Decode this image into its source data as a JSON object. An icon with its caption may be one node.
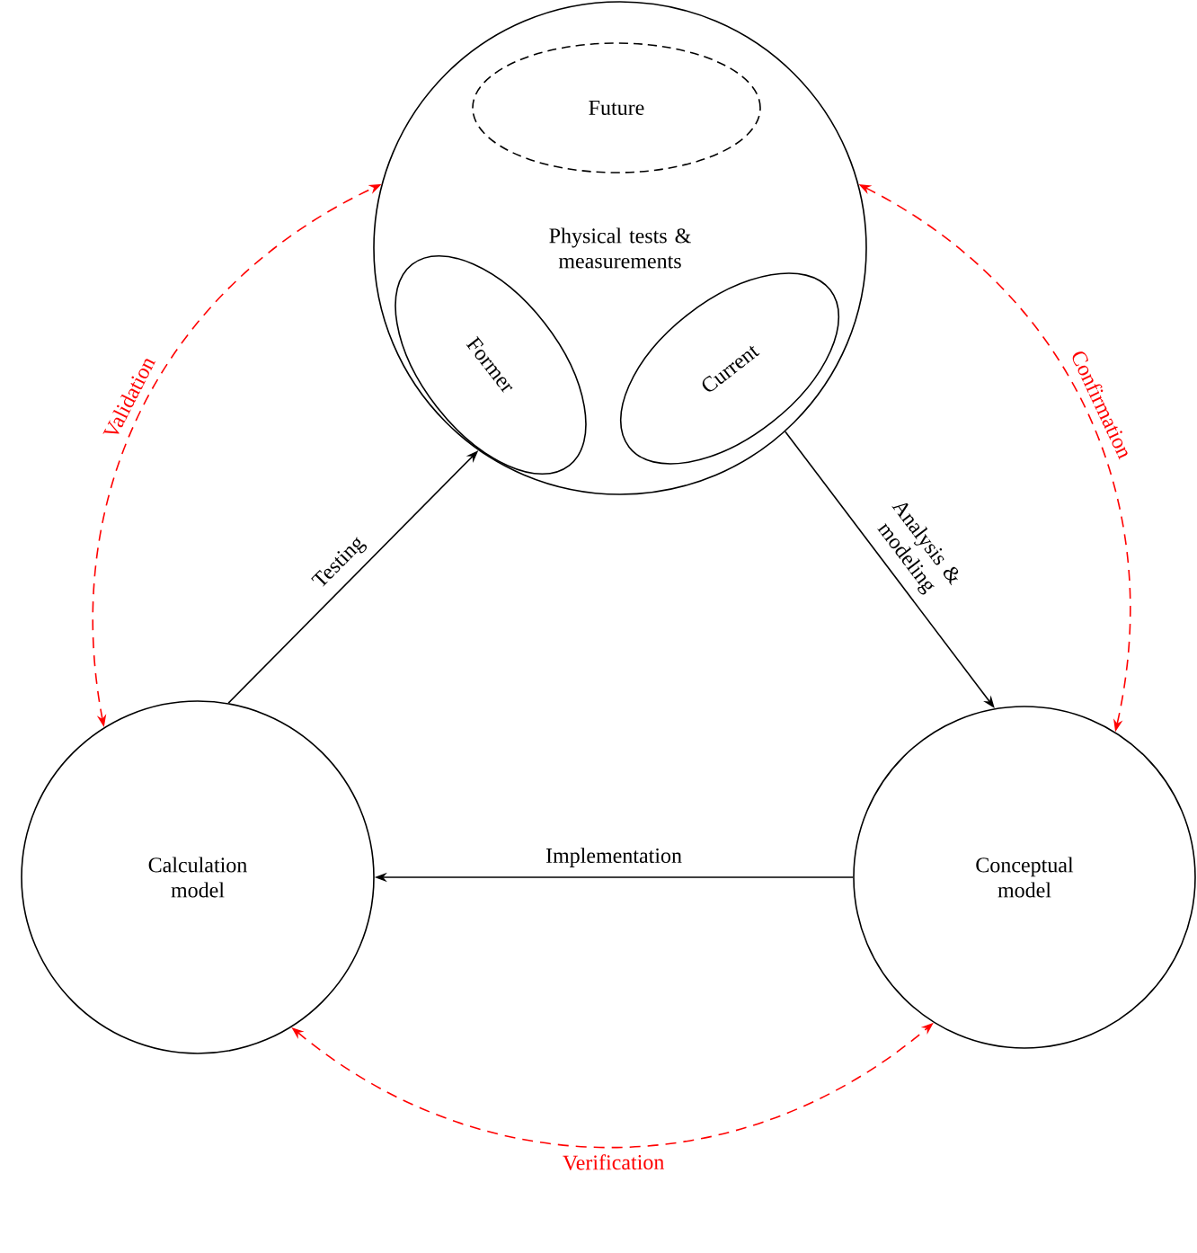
{
  "diagram": {
    "nodes": [
      {
        "text": [
          "Physical tests & measurements"
        ]
      },
      {
        "text": [
          "Future"
        ],
        "in": 0
      },
      {
        "text": [
          "Former"
        ],
        "in": 0
      },
      {
        "text": [
          "Current"
        ],
        "in": 0
      },
      {
        "text": [
          "Calculation model"
        ]
      },
      {
        "text": [
          "Conceptual model"
        ]
      }
    ],
    "edges": [
      {
        "from": 4,
        "to": 0,
        "arrow": "to",
        "label": "Testing"
      },
      {
        "from": 0,
        "to": 5,
        "arrow": "to",
        "label": "Analysis & modeling"
      },
      {
        "from": 5,
        "to": 4,
        "arrow": "to",
        "label": "Implementation"
      },
      {
        "from": 4,
        "to": 0,
        "arrow": "both",
        "label": "Validation",
        "style": "dashed",
        "color": "#ff0000"
      },
      {
        "from": 0,
        "to": 5,
        "arrow": "both",
        "label": "Confirmation",
        "style": "dashed",
        "color": "#ff0000"
      },
      {
        "from": 4,
        "to": 5,
        "arrow": "both",
        "label": "Verification",
        "style": "dashed",
        "color": "#ff0000"
      }
    ]
  }
}
